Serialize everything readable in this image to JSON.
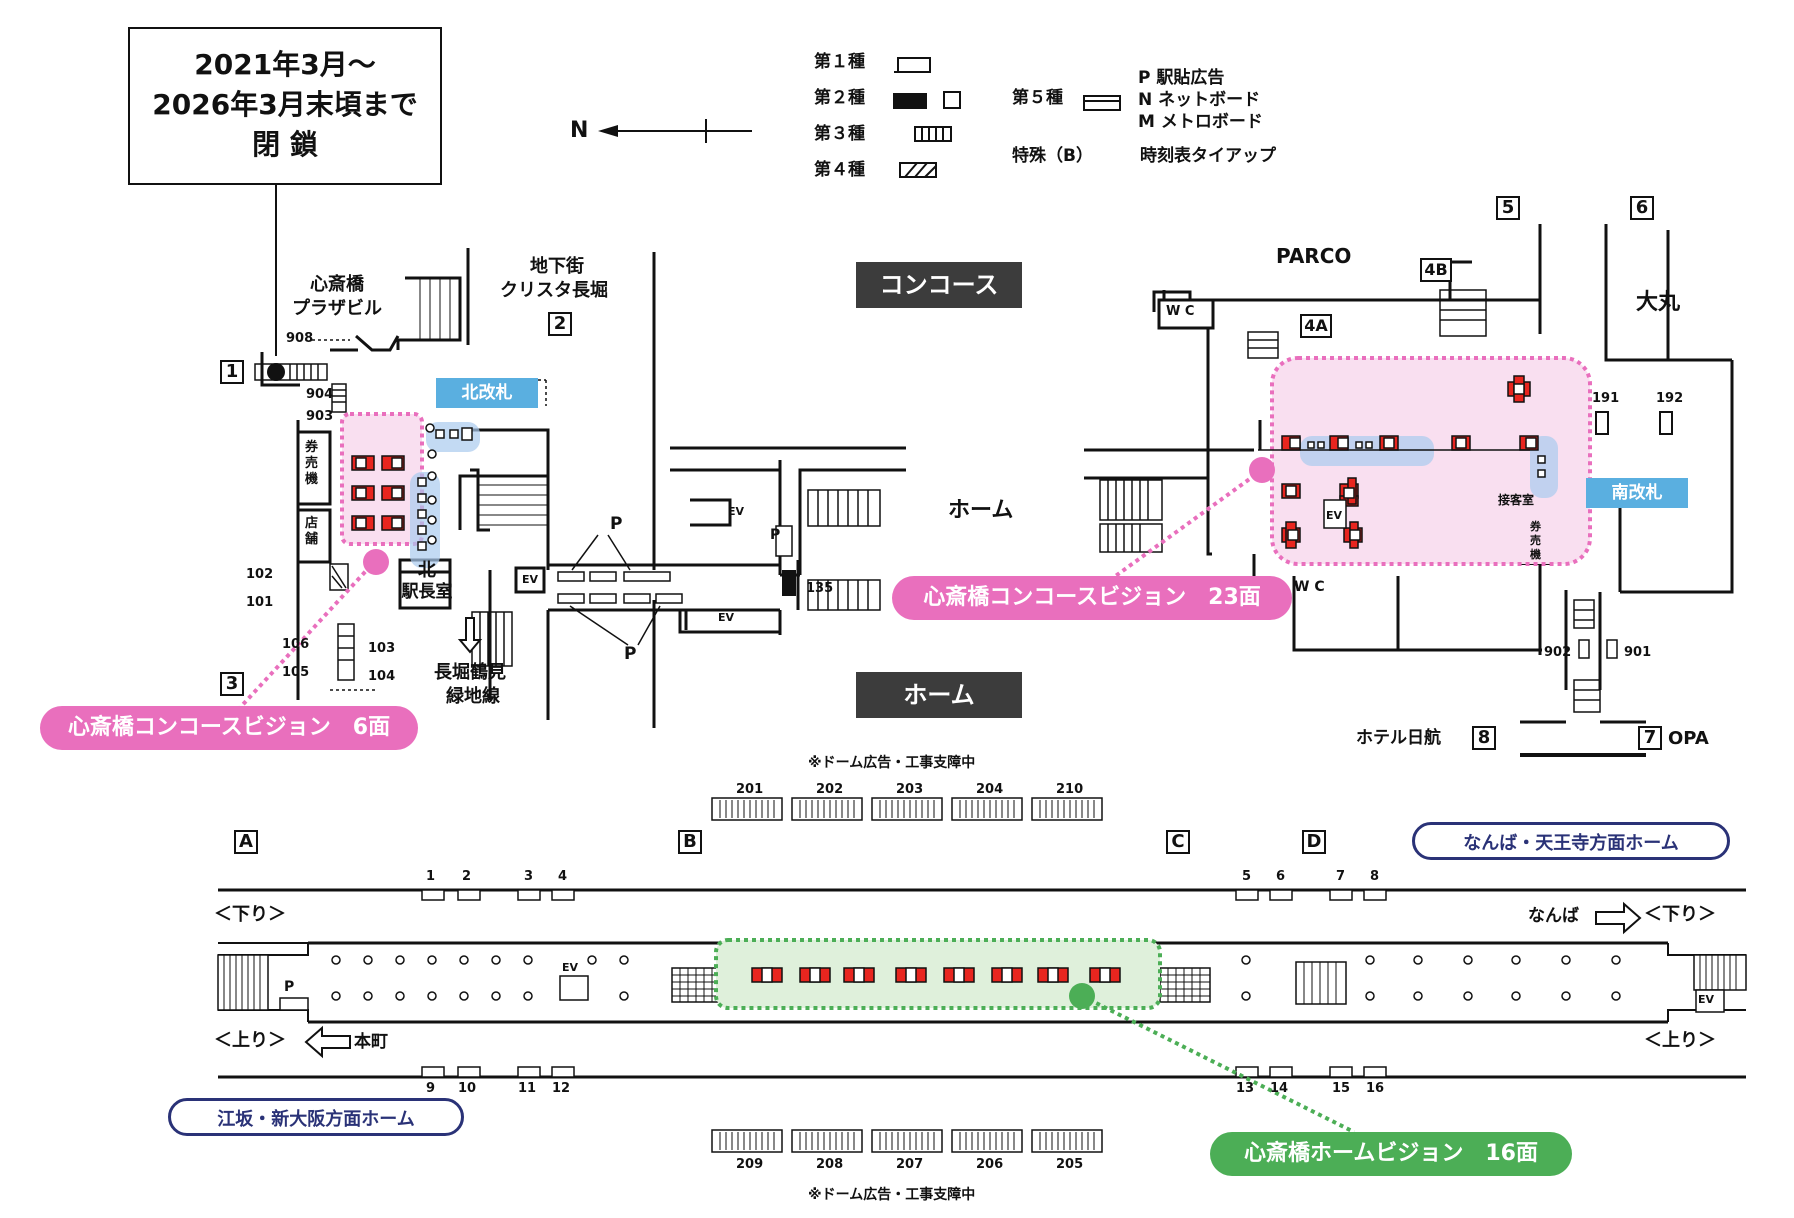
{
  "notice": {
    "line1": "2021年3月～",
    "line2": "2026年3月末頃まで",
    "line3": "閉 鎖"
  },
  "compass": {
    "label": "N"
  },
  "legend": {
    "type1": "第１種",
    "type2": "第２種",
    "type3": "第３種",
    "type4": "第４種",
    "type5": "第５種",
    "type5_p": "P 駅貼広告",
    "type5_n": "N ネットボード",
    "type5_m": "M メトロボード",
    "special": "特殊（B）",
    "special_desc": "時刻表タイアップ"
  },
  "sections": {
    "concourse": "コンコース",
    "home_mid": "ホーム",
    "home_label": "ホーム"
  },
  "gates": {
    "north": "北改札",
    "south": "南改札"
  },
  "exits": {
    "e1": "1",
    "e2": "2",
    "e3": "3",
    "e4a": "4A",
    "e4b": "4B",
    "e5": "5",
    "e6": "6",
    "e7": "7",
    "e8": "8"
  },
  "places": {
    "plaza_line1": "心斎橋",
    "plaza_line2": "プラザビル",
    "underground_line1": "地下街",
    "underground_line2": "クリスタ長堀",
    "ticket_machine": "券売機",
    "shop": "店舗",
    "stationmaster_line1": "北",
    "stationmaster_line2": "駅長室",
    "nagahori_line1": "長堀鶴見",
    "nagahori_line2": "緑地線",
    "parco": "PARCO",
    "daimaru": "大丸",
    "wc": "W C",
    "reception": "接客室",
    "ticket_machine_south": "券売機",
    "hotel": "ホテル日航",
    "opa": "OPA",
    "ev": "EV",
    "p": "P"
  },
  "ad_numbers": {
    "n908": "908",
    "n904": "904",
    "n903": "903",
    "n102": "102",
    "n101": "101",
    "n106": "106",
    "n105": "105",
    "n103": "103",
    "n104": "104",
    "n135": "135",
    "n191": "191",
    "n192": "192",
    "n902": "902",
    "n901": "901"
  },
  "dome_notice": "※ドーム広告・工事支障中",
  "dome_top": [
    "201",
    "202",
    "203",
    "204",
    "210"
  ],
  "dome_bottom": [
    "209",
    "208",
    "207",
    "206",
    "205"
  ],
  "platform": {
    "markers": [
      "A",
      "B",
      "C",
      "D"
    ],
    "top_numbers": [
      "1",
      "2",
      "3",
      "4",
      "5",
      "6",
      "7",
      "8"
    ],
    "bottom_numbers": [
      "9",
      "10",
      "11",
      "12",
      "13",
      "14",
      "15",
      "16"
    ],
    "down_left": "＜下り＞",
    "down_right": "＜下り＞",
    "up_left": "＜上り＞",
    "up_right": "＜上り＞",
    "namba": "なんば",
    "honmachi": "本町",
    "namba_platform": "なんば・天王寺方面ホーム",
    "esaka_platform": "江坂・新大阪方面ホーム"
  },
  "callouts": {
    "concourse_6": "心斎橋コンコースビジョン　6面",
    "concourse_23": "心斎橋コンコースビジョン　23面",
    "home_16": "心斎橋ホームビジョン　16面"
  },
  "colors": {
    "pink": "#e96fbd",
    "pink_fill": "#f9dff0",
    "green": "#4cae56",
    "green_fill": "#dff0db",
    "navy": "#2a3277",
    "gate_blue": "#5aafe0",
    "dark": "#3c3c3c",
    "red": "#e8251f"
  }
}
